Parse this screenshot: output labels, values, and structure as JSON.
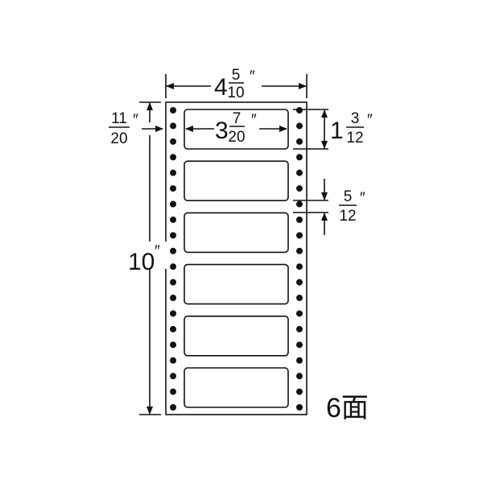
{
  "title": "6面",
  "dimensions": {
    "sheet_width": {
      "whole": "4",
      "num": "5",
      "den": "10",
      "unit": "″"
    },
    "label_width": {
      "whole": "3",
      "num": "7",
      "den": "20",
      "unit": "″"
    },
    "label_height": {
      "whole": "1",
      "num": "3",
      "den": "12",
      "unit": "″"
    },
    "label_gap": {
      "num": "5",
      "den": "12",
      "unit": "″"
    },
    "top_margin": {
      "num": "11",
      "den": "20",
      "unit": "″"
    },
    "sheet_height": {
      "whole": "10",
      "unit": "″"
    }
  },
  "label_count": 6,
  "holes_per_side": 20,
  "colors": {
    "ink": "#111111",
    "paper": "#ffffff"
  }
}
